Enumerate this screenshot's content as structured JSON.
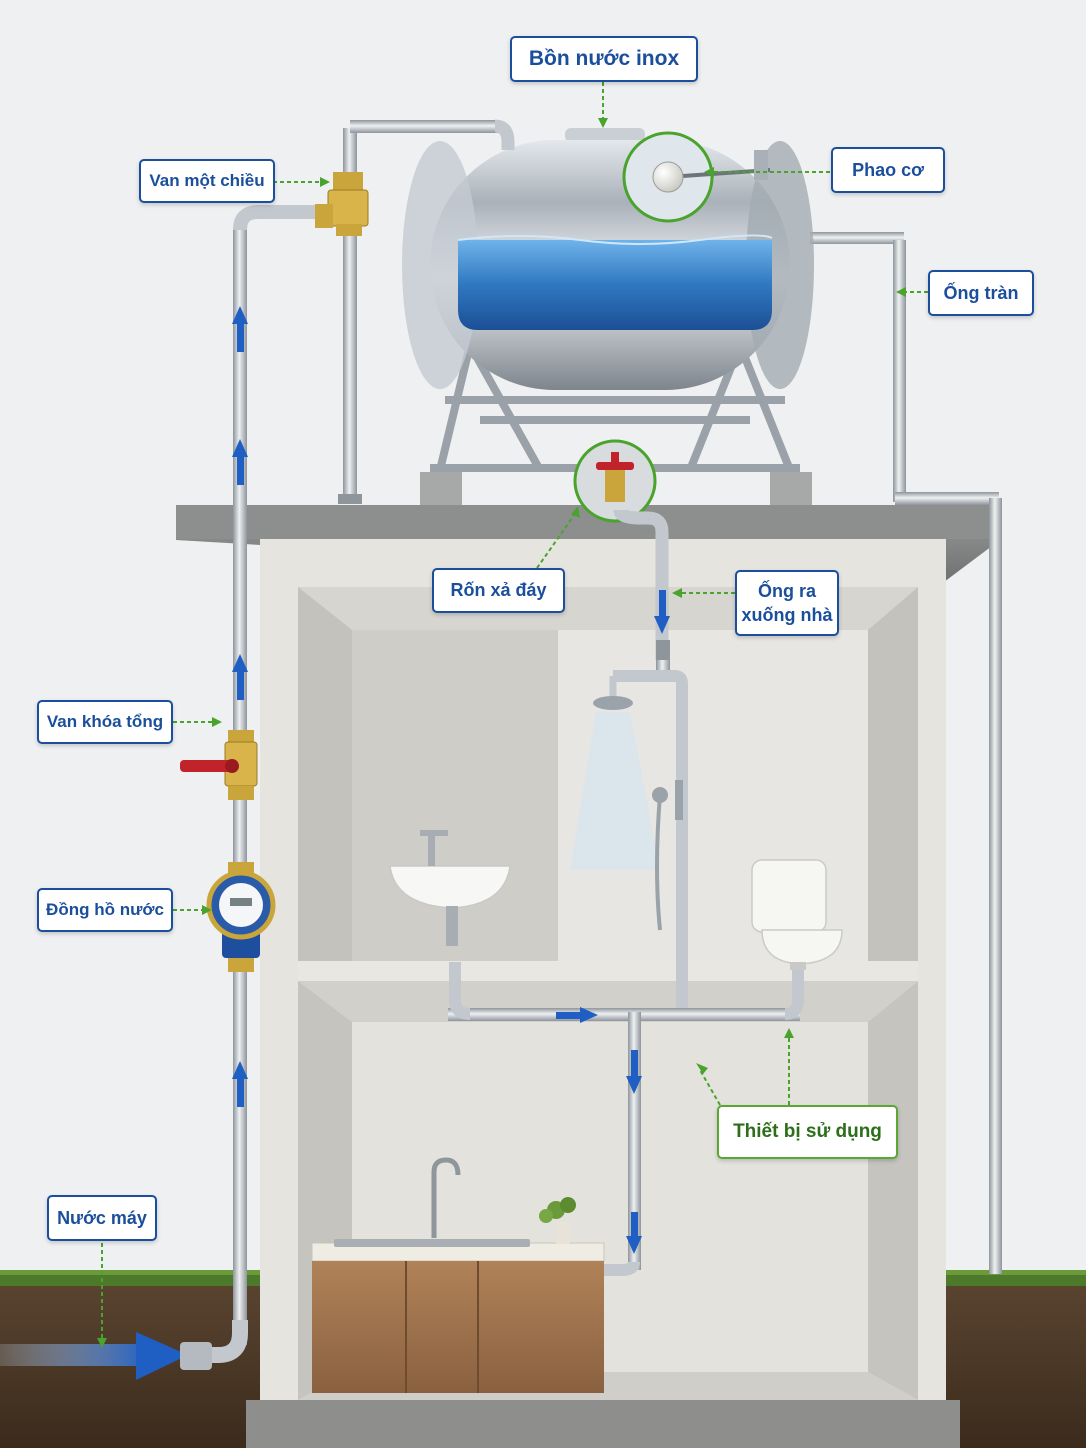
{
  "labels": {
    "tank": "Bồn nước inox",
    "check_valve": "Van một chiều",
    "float_valve": "Phao cơ",
    "overflow_pipe": "Ống tràn",
    "drain_valve": "Rốn xả đáy",
    "outlet_pipe_line1": "Ống ra",
    "outlet_pipe_line2": "xuống nhà",
    "main_valve": "Van khóa tổng",
    "water_meter": "Đồng hồ nước",
    "fixtures": "Thiết bị sử dụng",
    "city_water": "Nước máy"
  },
  "colors": {
    "label_border": "#1b4f9c",
    "label_text": "#1b4f9c",
    "fixtures_border": "#5aa832",
    "leader_dashed": "#4aa32c",
    "flow_arrow": "#1f5fc4",
    "water": "#2f78c0",
    "pipe": "#b8bec4",
    "valve_handle": "#c0242a",
    "brass": "#c9a53c",
    "soil": "#4f3a26",
    "grass": "#4c7a2a",
    "cabinet": "#9a6f48"
  }
}
